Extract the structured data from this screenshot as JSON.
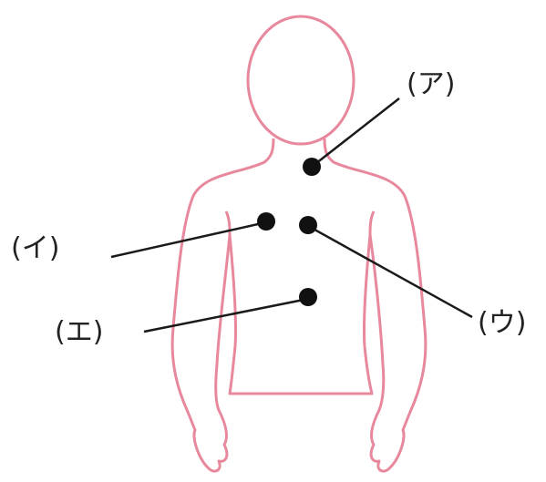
{
  "labels": {
    "a": "(ア)",
    "i": "(イ)",
    "u": "(ウ)",
    "e": "(エ)"
  },
  "colors": {
    "outline": "#e8889c",
    "point": "#111111",
    "leader": "#1a1a1a"
  }
}
